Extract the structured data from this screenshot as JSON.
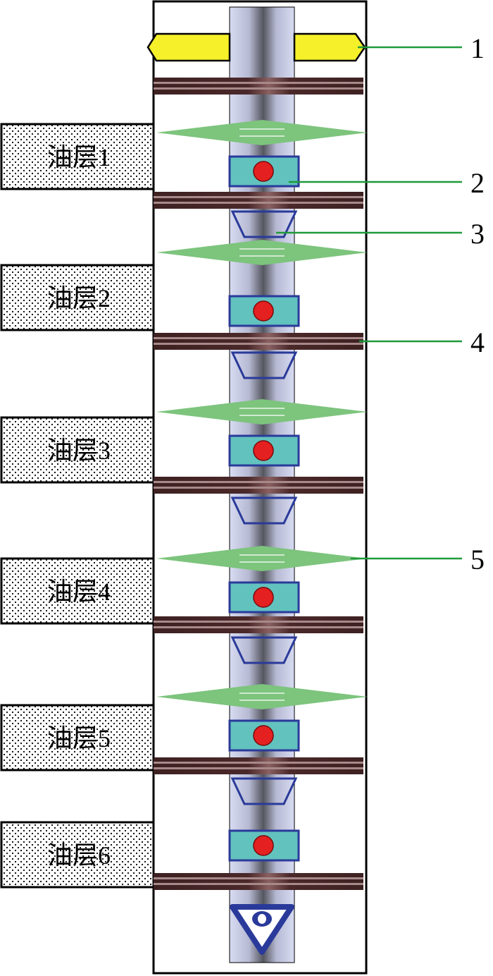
{
  "colors": {
    "casing_outline": "#000000",
    "tube_light": "#d8dcf2",
    "tube_dark": "#55565f",
    "packer_yellow": "#f5f02a",
    "band_dark": "#3e2122",
    "band_light": "#a8898a",
    "element_green": "#7dc47d",
    "valve_teal": "#62c2be",
    "valve_outline": "#2a3a9a",
    "valve_dot": "#e42020",
    "cone_outline": "#2a3a9a",
    "leader_line": "#1f9a3a",
    "shoe_blue": "#2a3a9a"
  },
  "layers": [
    {
      "label": "油层1"
    },
    {
      "label": "油层2"
    },
    {
      "label": "油层3"
    },
    {
      "label": "油层4"
    },
    {
      "label": "油层5"
    },
    {
      "label": "油层6"
    }
  ],
  "callouts": [
    {
      "label": "1"
    },
    {
      "label": "2"
    },
    {
      "label": "3"
    },
    {
      "label": "4"
    },
    {
      "label": "5"
    }
  ]
}
